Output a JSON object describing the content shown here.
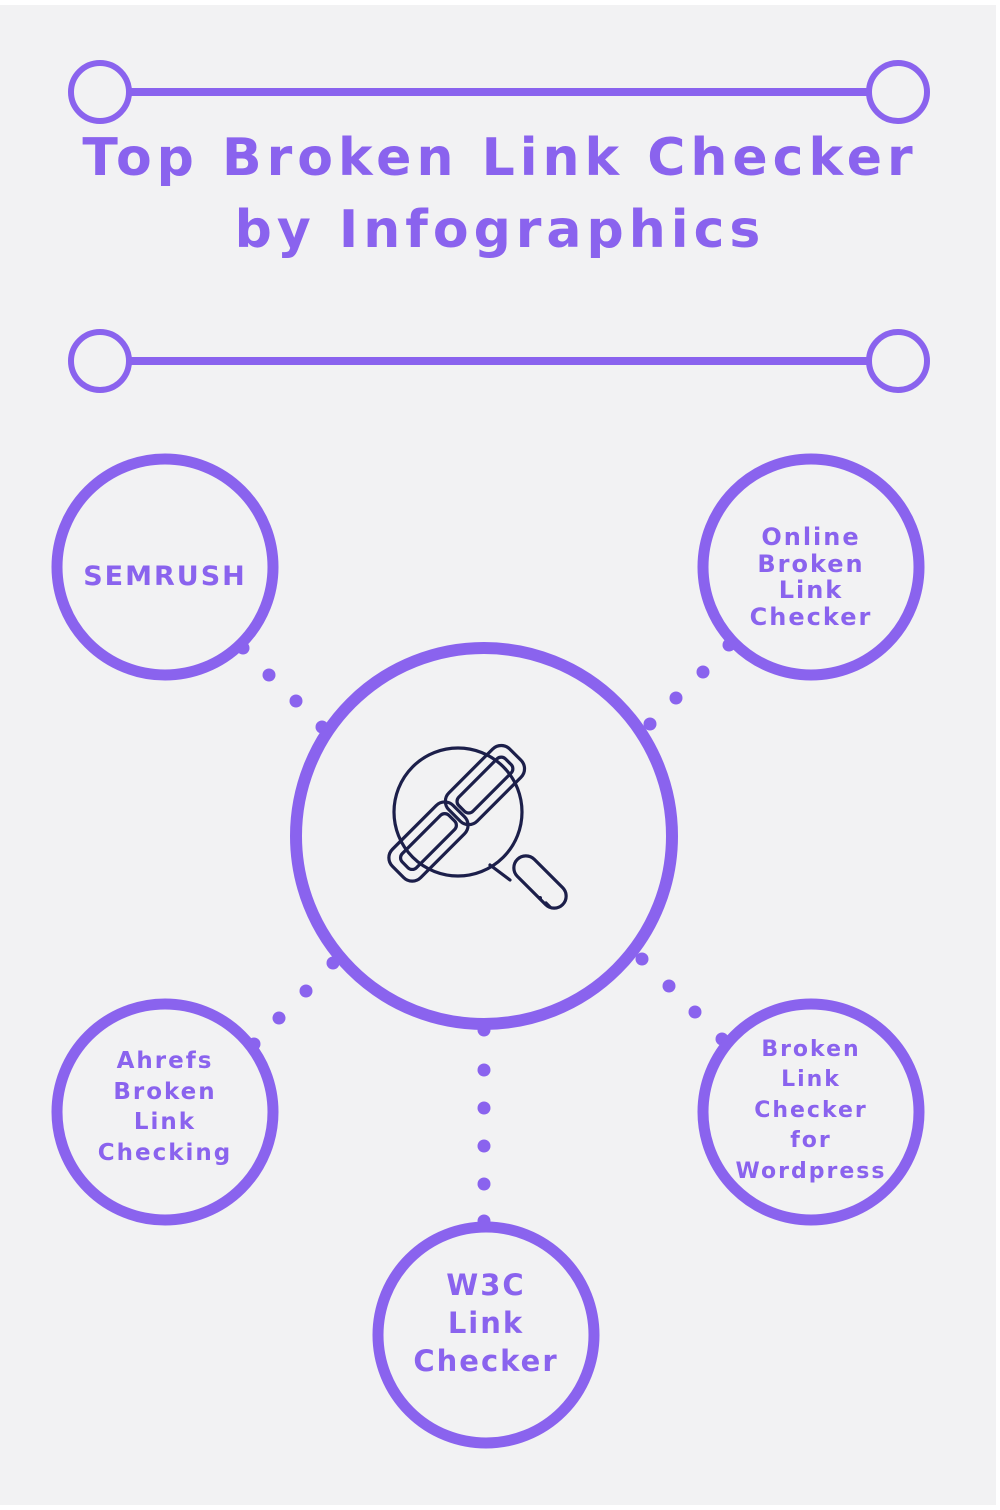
{
  "title": {
    "line1": "Top Broken Link Checker",
    "line2": "by Infographics"
  },
  "center_node": {
    "icon": "chain-link-magnifier-icon"
  },
  "nodes": [
    {
      "id": "semrush",
      "label": "SEMRUSH"
    },
    {
      "id": "online-broken-link-checker",
      "label": "Online\nBroken\nLink\nChecker"
    },
    {
      "id": "ahrefs-broken-link-checking",
      "label": "Ahrefs\nBroken\nLink\nChecking"
    },
    {
      "id": "w3c-link-checker",
      "label": "W3C\nLink\nChecker"
    },
    {
      "id": "broken-link-checker-for-wordpress",
      "label": "Broken\nLink\nChecker\nfor\nWordpress"
    }
  ],
  "colors": {
    "accent": "#8a63ee",
    "icon": "#1c1f4a",
    "background": "#f2f2f3"
  }
}
